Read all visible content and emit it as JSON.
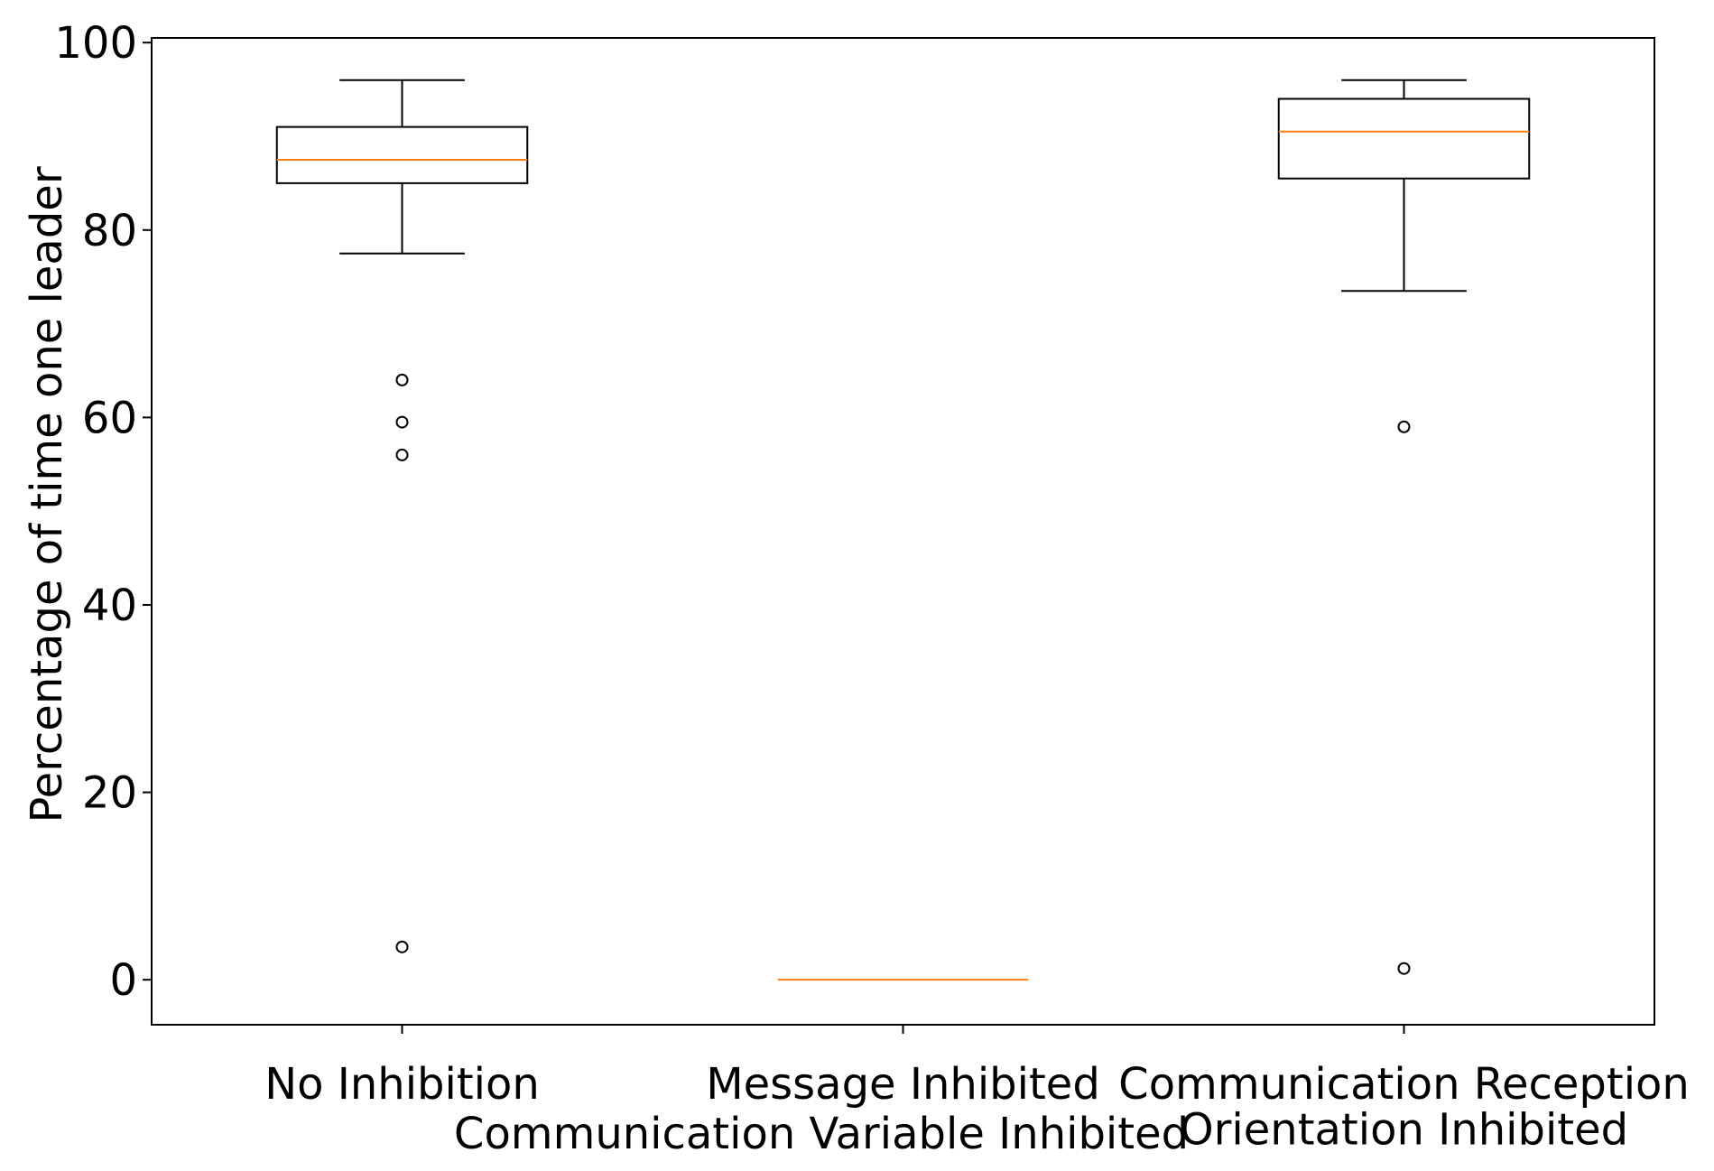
{
  "chart_data": {
    "type": "box",
    "xlabel": "Communication Variable Inhibited",
    "ylabel": "Percentage of time one leader",
    "ylim": [
      -4.8,
      100.5
    ],
    "yticks": [
      0,
      20,
      40,
      60,
      80,
      100
    ],
    "yticks_text": [
      "0",
      "20",
      "40",
      "60",
      "80",
      "100"
    ],
    "grid": false,
    "categories": [
      {
        "label": "No Inhibition",
        "label_lines": [
          "No Inhibition"
        ]
      },
      {
        "label": "Message Inhibited",
        "label_lines": [
          "Message Inhibited"
        ]
      },
      {
        "label": "Communication Reception Orientation Inhibited",
        "label_lines": [
          "Communication Reception",
          "Orientation Inhibited"
        ]
      }
    ],
    "boxes": [
      {
        "whisker_low": 77.5,
        "q1": 85.0,
        "median": 87.5,
        "q3": 91.0,
        "whisker_high": 96.0,
        "fliers": [
          64.0,
          59.5,
          56.0,
          3.5
        ]
      },
      {
        "whisker_low": 0.0,
        "q1": 0.0,
        "median": 0.0,
        "q3": 0.0,
        "whisker_high": 0.0,
        "fliers": []
      },
      {
        "whisker_low": 73.5,
        "q1": 85.5,
        "median": 90.5,
        "q3": 94.0,
        "whisker_high": 96.0,
        "fliers": [
          59.0,
          1.2
        ]
      }
    ],
    "colors": {
      "box": "#000000",
      "median": "#ff7f0e",
      "flier": "#000000"
    }
  }
}
